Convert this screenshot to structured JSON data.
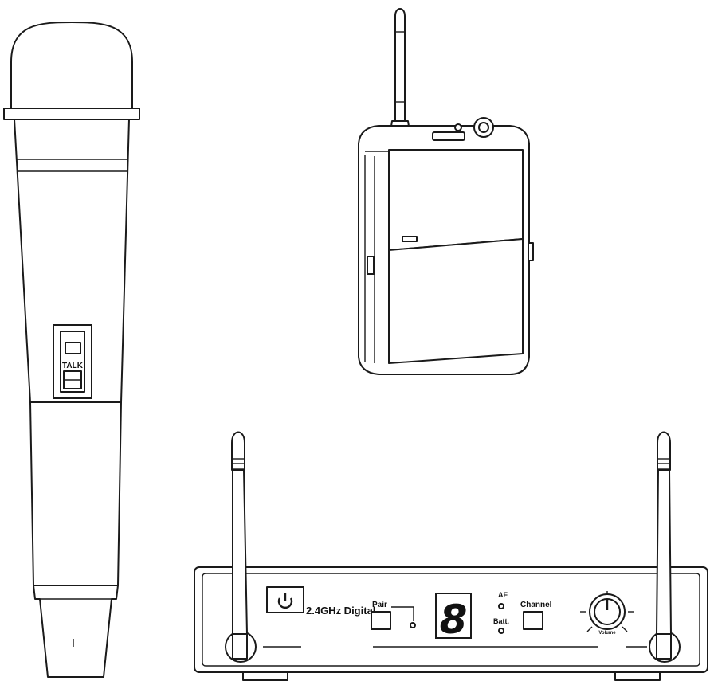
{
  "handheld_mic": {
    "talk_label": "TALK"
  },
  "receiver": {
    "brand_label": "2.4GHz Digital",
    "pair_label": "Pair",
    "channel_label": "Channel",
    "channel_display": "8",
    "af_label": "AF",
    "batt_label": "Batt.",
    "volume_label": "Volume"
  }
}
